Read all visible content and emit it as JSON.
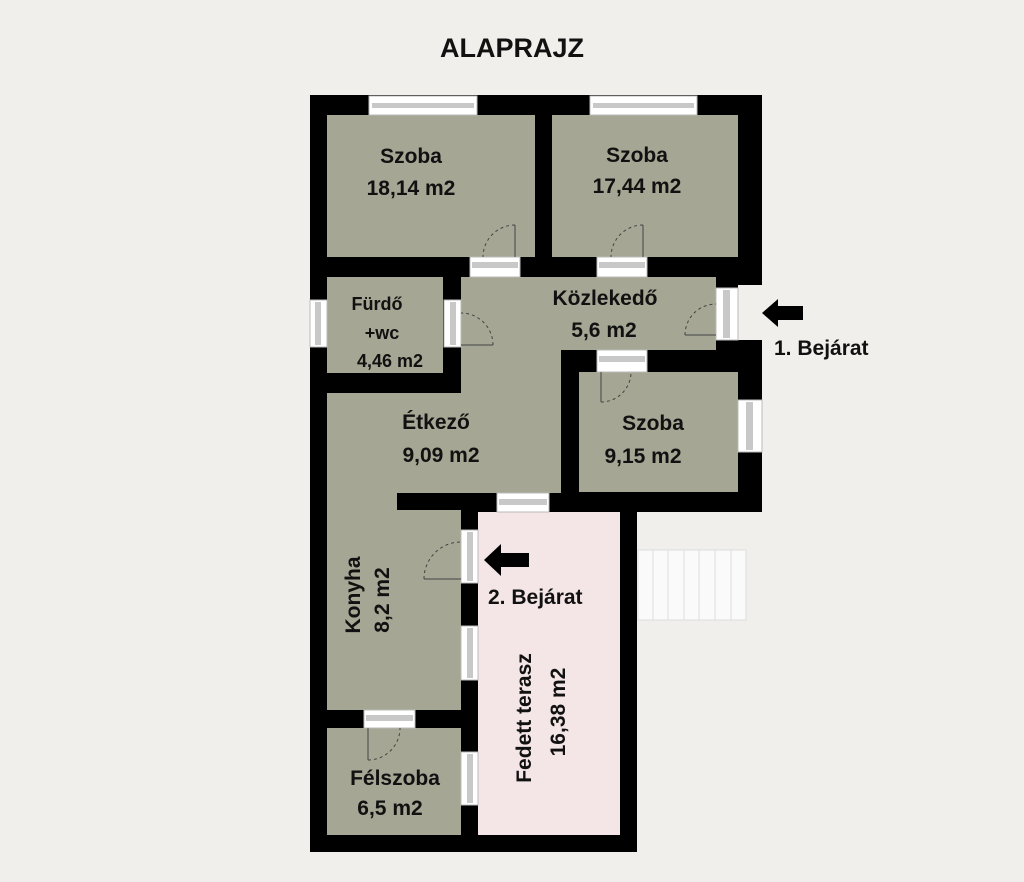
{
  "title": "ALAPRAJZ",
  "rooms": {
    "szoba1": {
      "name": "Szoba",
      "area": "18,14  m2"
    },
    "szoba2": {
      "name": "Szoba",
      "area": "17,44  m2"
    },
    "furdo": {
      "name": "Fürdő",
      "name2": "+wc",
      "area": "4,46  m2"
    },
    "kozlekedo": {
      "name": "Közlekedő",
      "area": "5,6 m2"
    },
    "etkezo": {
      "name": "Étkező",
      "area": "9,09 m2"
    },
    "szoba3": {
      "name": "Szoba",
      "area": "9,15  m2"
    },
    "konyha": {
      "name": "Konyha",
      "area": "8,2  m2"
    },
    "felszoba": {
      "name": "Félszoba",
      "area": "6,5  m2"
    },
    "terasz": {
      "name": "Fedett terasz",
      "area": "16,38  m2"
    }
  },
  "entrances": [
    {
      "label": "1. Bejárat"
    },
    {
      "label": "2. Bejárat"
    }
  ],
  "colors": {
    "floor": "#a5a693",
    "terrace": "#f4e6e6",
    "wall": "#000000",
    "background": "#f0efeb"
  }
}
